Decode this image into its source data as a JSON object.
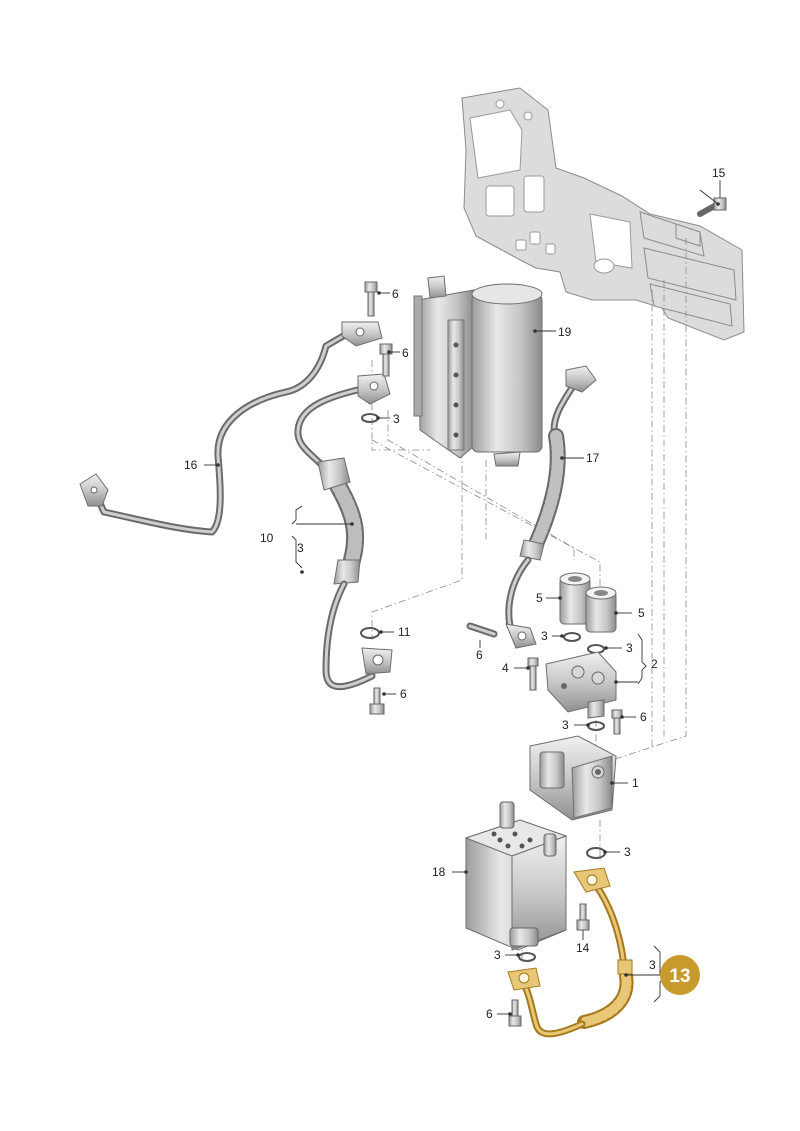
{
  "diagram": {
    "labels": {
      "l1": "1",
      "l2": "2",
      "l3a": "3",
      "l3b": "3",
      "l3c": "3",
      "l3d": "3",
      "l3e": "3",
      "l3f": "3",
      "l3g": "3",
      "l3h": "3",
      "l4": "4",
      "l5a": "5",
      "l5b": "5",
      "l6a": "6",
      "l6b": "6",
      "l6c": "6",
      "l6d": "6",
      "l6e": "6",
      "l6f": "6",
      "l10": "10",
      "l11": "11",
      "l14": "14",
      "l15": "15",
      "l16": "16",
      "l17": "17",
      "l18": "18",
      "l19": "19"
    },
    "highlight": {
      "label": "13",
      "color": "#c79a2e"
    }
  }
}
